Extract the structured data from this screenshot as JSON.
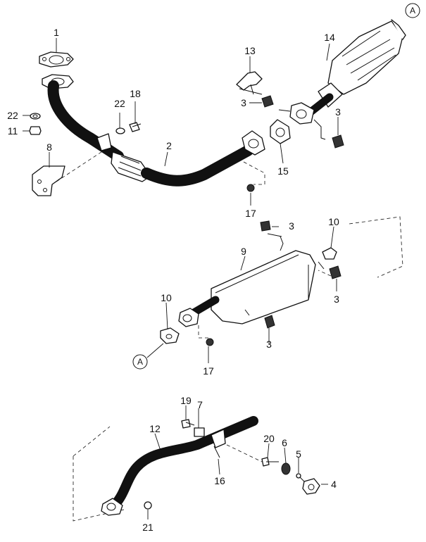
{
  "callouts": {
    "c1": "1",
    "c22a": "22",
    "c11": "11",
    "c8": "8",
    "c22b": "22",
    "c18": "18",
    "c2": "2",
    "c13": "13",
    "c3a": "3",
    "c14": "14",
    "c3b": "3",
    "c15": "15",
    "c17a": "17",
    "c3c": "3",
    "c10a": "10",
    "c9": "9",
    "c3d": "3",
    "c10b": "10",
    "c3e": "3",
    "c17b": "17",
    "c19": "19",
    "c7": "7",
    "c12": "12",
    "c20": "20",
    "c6": "6",
    "c5": "5",
    "c4": "4",
    "c16": "16",
    "c21": "21"
  },
  "refs": {
    "top": "A",
    "mid": "A"
  }
}
